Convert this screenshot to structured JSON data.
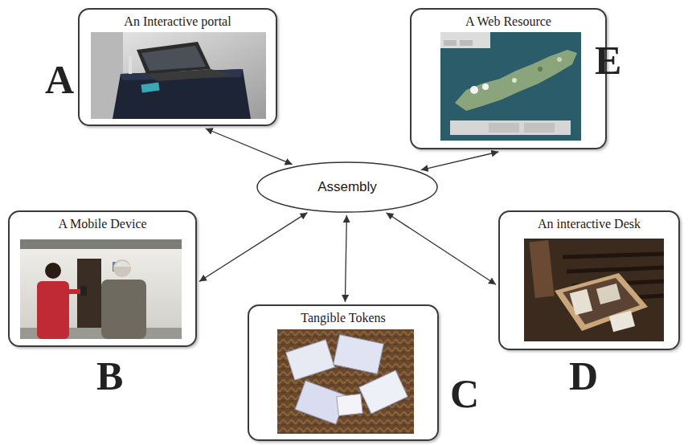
{
  "diagram": {
    "nodes": [
      {
        "text": [
          "An Interactive portal"
        ]
      },
      {
        "text": [
          "A Web Resource"
        ]
      },
      {
        "text": [
          "Assembly"
        ]
      },
      {
        "text": [
          "A Mobile Device"
        ]
      },
      {
        "text": [
          "An interactive Desk"
        ]
      },
      {
        "text": [
          "Tangible Tokens"
        ]
      }
    ],
    "edges": [
      {
        "from": 0,
        "to": 2,
        "arrow": "both"
      },
      {
        "from": 1,
        "to": 2,
        "arrow": "both"
      },
      {
        "from": 3,
        "to": 2,
        "arrow": "both"
      },
      {
        "from": 4,
        "to": 2,
        "arrow": "both"
      },
      {
        "from": 5,
        "to": 2,
        "arrow": "both"
      }
    ],
    "labels": [
      "A",
      "E",
      "B",
      "D",
      "C"
    ]
  }
}
